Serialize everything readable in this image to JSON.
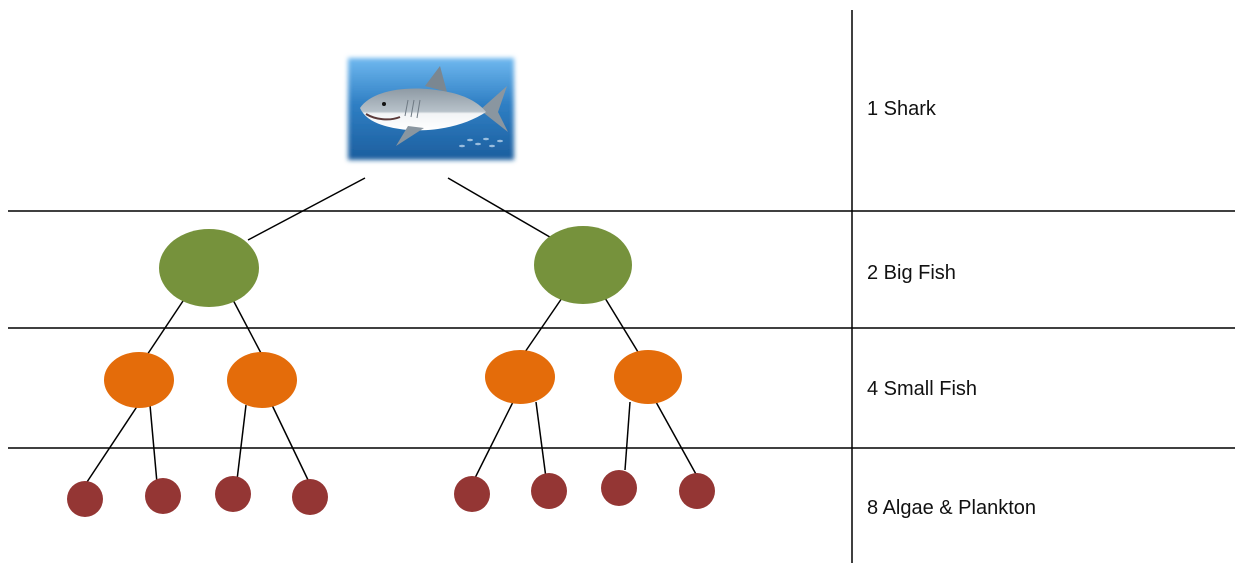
{
  "levels": [
    {
      "label": "1 Shark"
    },
    {
      "label": "2 Big Fish"
    },
    {
      "label": "4 Small Fish"
    },
    {
      "label": "8 Algae & Plankton"
    }
  ],
  "colors": {
    "big_fish": "#76923c",
    "small_fish": "#e46c0a",
    "algae_plankton": "#943634",
    "lines": "#000000",
    "ocean": "#2f7fc4"
  }
}
